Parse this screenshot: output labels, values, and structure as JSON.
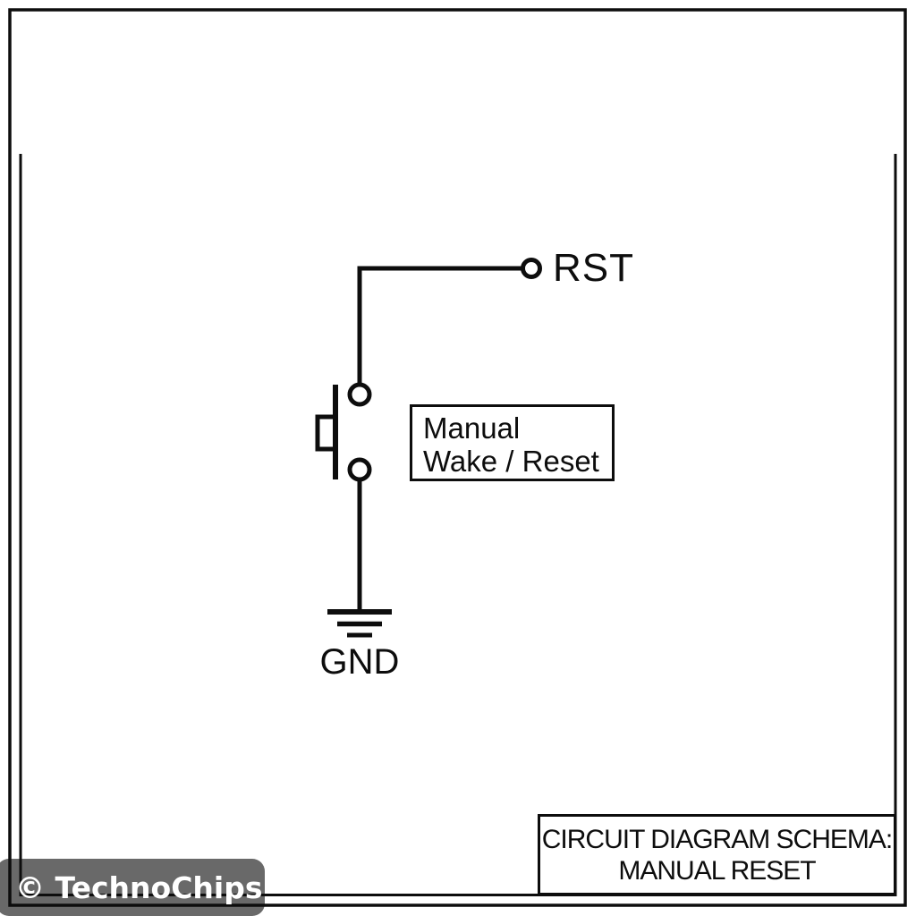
{
  "theme": {
    "line-color": "#0d0d0d",
    "bg-color": "#ffffff",
    "watermark-bg": "#696969",
    "watermark-text-color": "#ffffff"
  },
  "schematic": {
    "net_labels": {
      "rst": "RST",
      "gnd": "GND"
    },
    "component_box": {
      "line1": "Manual",
      "line2": "Wake / Reset"
    },
    "title_block": {
      "line1": "CIRCUIT DIAGRAM SCHEMA:",
      "line2": "MANUAL RESET"
    },
    "watermark": {
      "text": "© TechnoChips"
    },
    "icons": {
      "terminal": "open-circle-terminal-icon",
      "switch": "momentary-push-button-icon",
      "ground": "earth-ground-icon"
    }
  }
}
